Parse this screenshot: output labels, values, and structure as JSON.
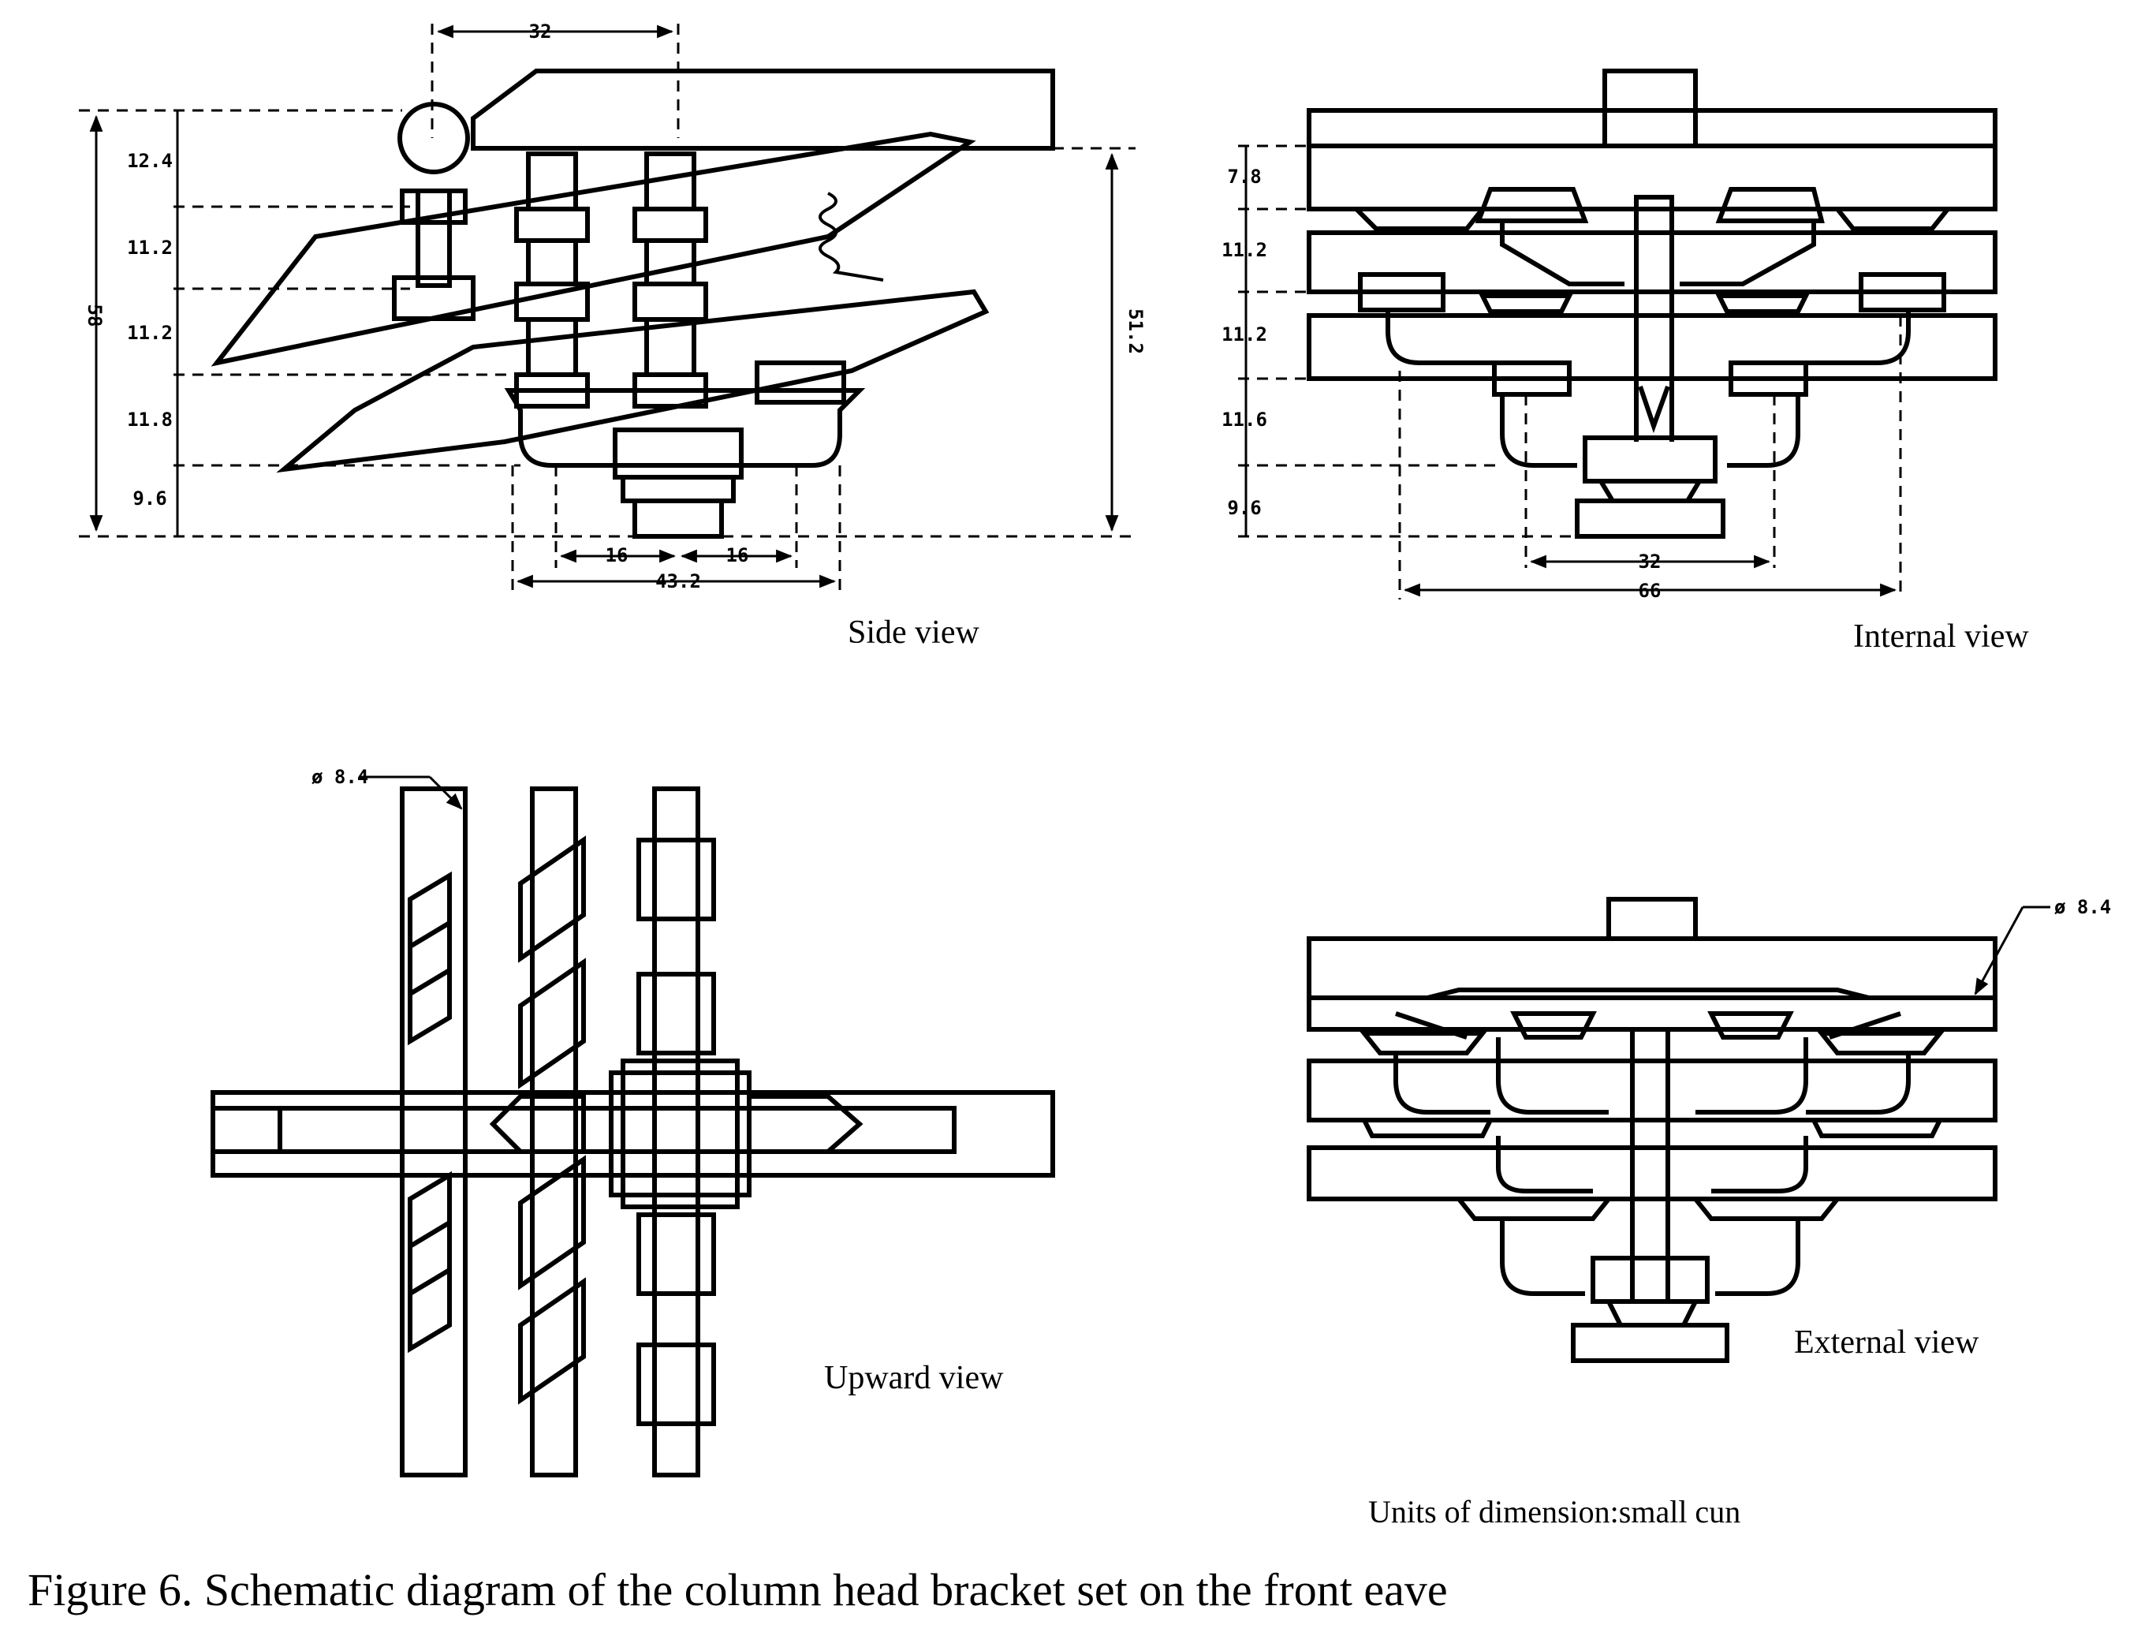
{
  "figure": {
    "caption": "Figure 6. Schematic diagram of the column head bracket set on the front eave",
    "units_note": "Units of dimension:small cun"
  },
  "side_view": {
    "label": "Side view",
    "top_dim": "32",
    "left_dims": [
      "12.4",
      "11.2",
      "11.2",
      "11.8",
      "9.6"
    ],
    "overall_left": "58",
    "overall_right": "51.2",
    "bottom_dims": [
      "16",
      "16"
    ],
    "bottom_total": "43.2"
  },
  "internal_view": {
    "label": "Internal view",
    "left_dims": [
      "7.8",
      "11.2",
      "11.2",
      "11.6",
      "9.6"
    ],
    "bottom_inner": "32",
    "bottom_outer": "66"
  },
  "upward_view": {
    "label": "Upward view",
    "diameter": "ø 8.4"
  },
  "external_view": {
    "label": "External view",
    "diameter": "ø 8.4"
  }
}
